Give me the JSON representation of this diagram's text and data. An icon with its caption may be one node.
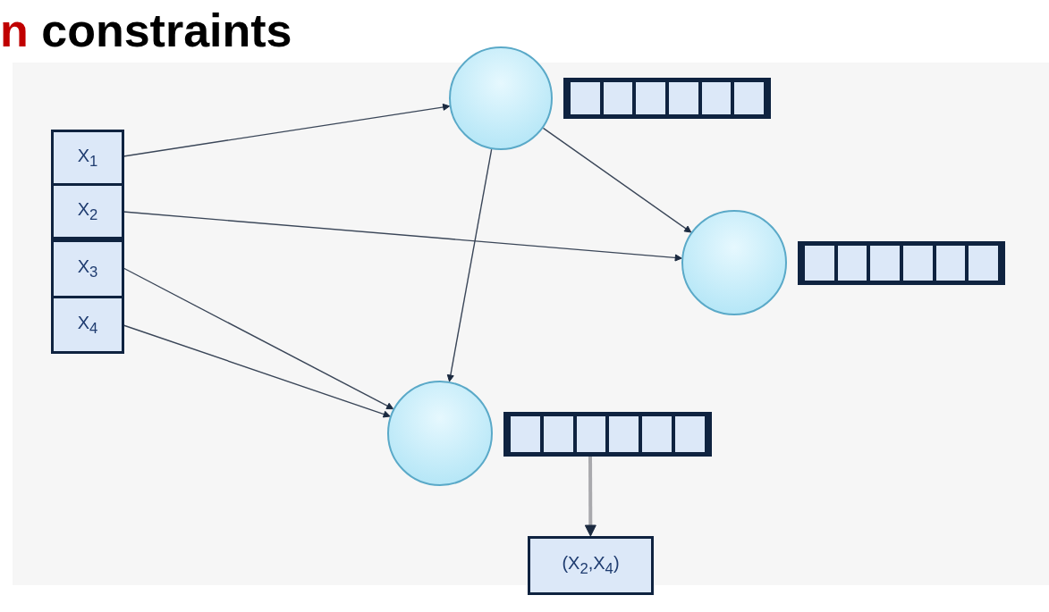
{
  "diagram": {
    "title": "n constraints",
    "nodes": [
      {
        "text": [
          "X$_{1}$"
        ]
      },
      {
        "text": [
          "X$_{2}$"
        ]
      },
      {
        "text": [
          "X$_{3}$"
        ]
      },
      {
        "text": [
          "X$_{4}$"
        ]
      },
      {
        "text": [],
        "shape": "circle"
      },
      {
        "text": [],
        "shape": "circle"
      },
      {
        "text": [],
        "shape": "circle"
      },
      {
        "text": [],
        "shape": "bar"
      },
      {
        "text": [],
        "shape": "bar"
      },
      {
        "text": [],
        "shape": "bar"
      },
      {
        "text": [
          "(X$_{2}$,X$_{4}$)"
        ]
      }
    ],
    "edges": [
      {
        "from": 0,
        "to": 4,
        "arrow": "to"
      },
      {
        "from": 1,
        "to": 5,
        "arrow": "to"
      },
      {
        "from": 2,
        "to": 6,
        "arrow": "to"
      },
      {
        "from": 3,
        "to": 6,
        "arrow": "to"
      },
      {
        "from": 4,
        "to": 5,
        "arrow": "to"
      },
      {
        "from": 4,
        "to": 6,
        "arrow": "to"
      },
      {
        "from": 9,
        "to": 10,
        "arrow": "to",
        "style": "thick",
        "color": "#a9a9ad"
      }
    ]
  }
}
